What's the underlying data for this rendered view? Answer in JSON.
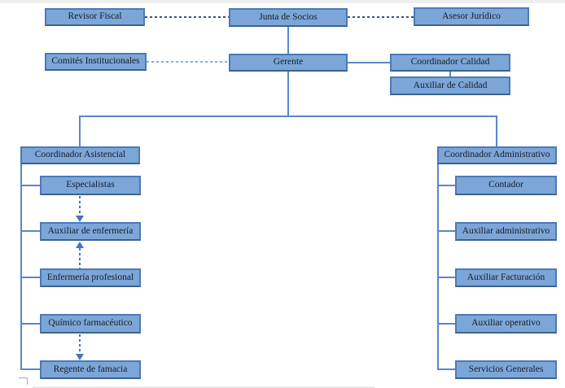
{
  "diagram": {
    "type": "org-chart",
    "colors": {
      "box_fill": "#7da6d8",
      "box_border": "#4a7ab8",
      "box_border_bottom": "#3b638f",
      "text": "#141c28",
      "solid_connector": "#5b87c5",
      "dashed_dark": "#2e5492",
      "dashed_light": "#8faadc",
      "arrow": "#4472c4",
      "page_background": "#ffffff",
      "top_strip": "#eeeeee",
      "corner_mark": "#a8a8a8"
    },
    "nodes": {
      "revisor_fiscal": {
        "label": "Revisor Fiscal"
      },
      "junta_de_socios": {
        "label": "Junta de Socios"
      },
      "asesor_juridico": {
        "label": "Asesor Jurídico"
      },
      "comites_institucionales": {
        "label": "Comités Institucionales"
      },
      "gerente": {
        "label": "Gerente"
      },
      "coordinador_calidad": {
        "label": "Coordinador Calidad"
      },
      "auxiliar_de_calidad": {
        "label": "Auxiliar de Calidad"
      },
      "coordinador_asistencial": {
        "label": "Coordinador Asistencial"
      },
      "especialistas": {
        "label": "Especialistas"
      },
      "auxiliar_de_enfermeria": {
        "label": "Auxiliar de enfermería"
      },
      "enfermeria_profesional": {
        "label": "Enfermería profesional"
      },
      "quimico_farmaceutico": {
        "label": "Químico farmacéutico"
      },
      "regente_de_famacia": {
        "label": "Regente de famacia"
      },
      "coordinador_administrativo": {
        "label": "Coordinador Administrativo"
      },
      "contador": {
        "label": "Contador"
      },
      "auxiliar_administrativo": {
        "label": "Auxiliar administrativo"
      },
      "auxiliar_facturacion": {
        "label": "Auxiliar Facturación"
      },
      "auxiliar_operativo": {
        "label": "Auxiliar operativo"
      },
      "servicios_generales": {
        "label": "Servicios Generales"
      }
    },
    "edges": [
      {
        "from": "junta_de_socios",
        "to": "revisor_fiscal",
        "style": "dashed-dark"
      },
      {
        "from": "junta_de_socios",
        "to": "asesor_juridico",
        "style": "dashed-dark"
      },
      {
        "from": "junta_de_socios",
        "to": "gerente",
        "style": "solid"
      },
      {
        "from": "gerente",
        "to": "comites_institucionales",
        "style": "dashed-light"
      },
      {
        "from": "gerente",
        "to": "coordinador_calidad",
        "style": "solid"
      },
      {
        "from": "coordinador_calidad",
        "to": "auxiliar_de_calidad",
        "style": "solid"
      },
      {
        "from": "gerente",
        "to": "coordinador_asistencial",
        "style": "solid"
      },
      {
        "from": "gerente",
        "to": "coordinador_administrativo",
        "style": "solid"
      },
      {
        "from": "coordinador_asistencial",
        "to": "especialistas",
        "style": "solid"
      },
      {
        "from": "coordinador_asistencial",
        "to": "auxiliar_de_enfermeria",
        "style": "solid"
      },
      {
        "from": "coordinador_asistencial",
        "to": "enfermeria_profesional",
        "style": "solid"
      },
      {
        "from": "coordinador_asistencial",
        "to": "quimico_farmaceutico",
        "style": "solid"
      },
      {
        "from": "coordinador_asistencial",
        "to": "regente_de_famacia",
        "style": "solid"
      },
      {
        "from": "coordinador_administrativo",
        "to": "contador",
        "style": "solid"
      },
      {
        "from": "coordinador_administrativo",
        "to": "auxiliar_administrativo",
        "style": "solid"
      },
      {
        "from": "coordinador_administrativo",
        "to": "auxiliar_facturacion",
        "style": "solid"
      },
      {
        "from": "coordinador_administrativo",
        "to": "auxiliar_operativo",
        "style": "solid"
      },
      {
        "from": "especialistas",
        "to": "auxiliar_de_enfermeria",
        "style": "dashed-arrow-down"
      },
      {
        "from": "enfermeria_profesional",
        "to": "auxiliar_de_enfermeria",
        "style": "dashed-arrow-up"
      },
      {
        "from": "quimico_farmaceutico",
        "to": "regente_de_famacia",
        "style": "dashed-arrow-down"
      },
      {
        "from": "coordinador_administrativo",
        "to": "servicios_generales",
        "style": "solid"
      }
    ]
  }
}
